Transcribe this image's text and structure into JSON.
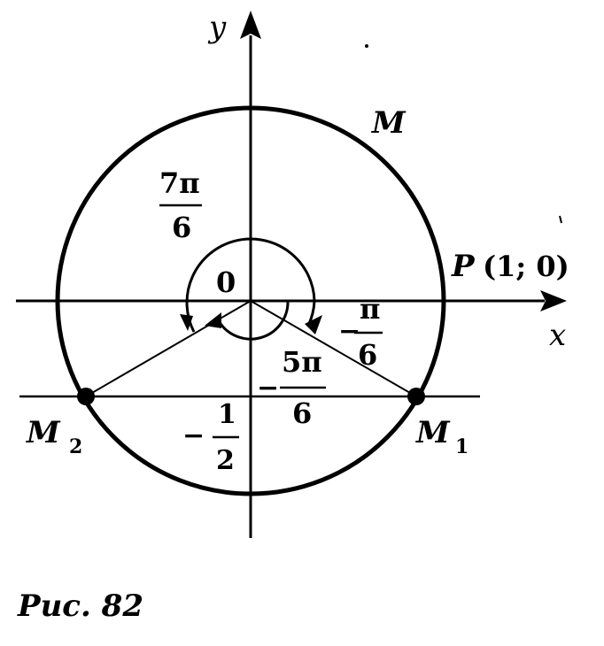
{
  "axes": {
    "x_label": "x",
    "y_label": "y",
    "origin_label": "0"
  },
  "points": {
    "M": "M",
    "P": "P",
    "P_coords": "(1; 0)",
    "M1_base": "M",
    "M1_sub": "1",
    "M2_base": "M",
    "M2_sub": "2"
  },
  "angles": {
    "seven_pi_6": {
      "num": "7π",
      "den": "6"
    },
    "minus_pi_6": {
      "sign": "−",
      "num": "π",
      "den": "6"
    },
    "minus_5pi_6": {
      "sign": "−",
      "num": "5π",
      "den": "6"
    }
  },
  "y_value": {
    "sign": "−",
    "num": "1",
    "den": "2"
  },
  "caption": "Рис. 82"
}
